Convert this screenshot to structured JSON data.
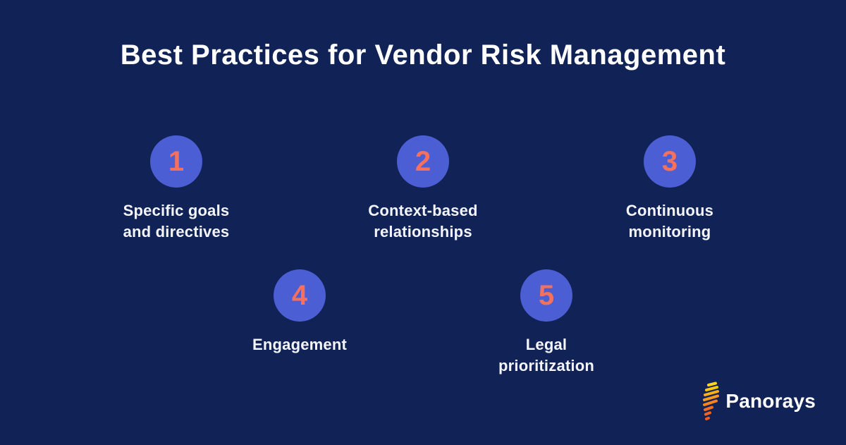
{
  "title": "Best Practices for Vendor Risk Management",
  "practices": [
    {
      "number": "1",
      "label": "Specific goals\nand directives"
    },
    {
      "number": "2",
      "label": "Context-based\nrelationships"
    },
    {
      "number": "3",
      "label": "Continuous\nmonitoring"
    },
    {
      "number": "4",
      "label": "Engagement"
    },
    {
      "number": "5",
      "label": "Legal\nprioritization"
    }
  ],
  "logo": {
    "brand": "Panorays"
  },
  "colors": {
    "bg": "#112256",
    "circle": "#4B5ED3",
    "number": "#F5715D",
    "label": "#F3F5FB",
    "title": "#FFFFFF",
    "logo_yellow": "#FFD21E",
    "logo_orange": "#F15A24"
  }
}
